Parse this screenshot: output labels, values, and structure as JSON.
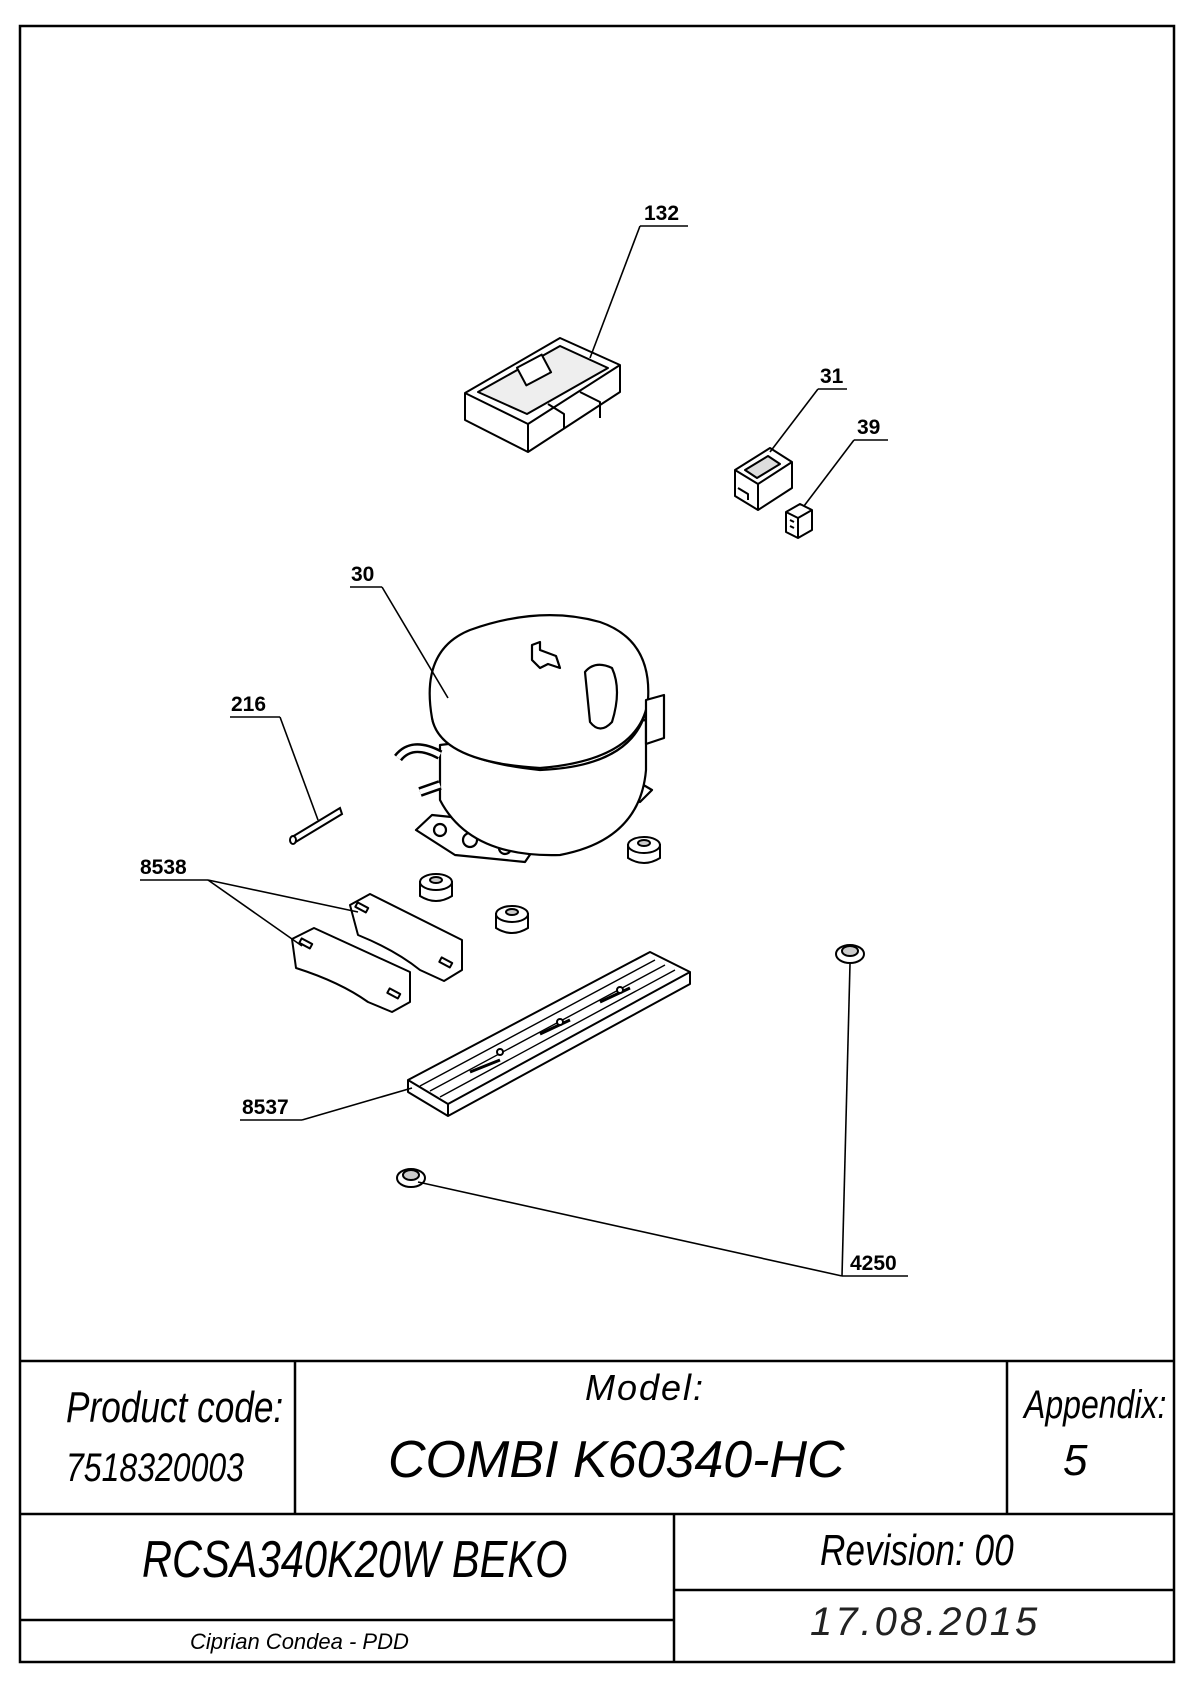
{
  "parts": [
    {
      "id": "part-132",
      "label": "132"
    },
    {
      "id": "part-31",
      "label": "31"
    },
    {
      "id": "part-39",
      "label": "39"
    },
    {
      "id": "part-30",
      "label": "30"
    },
    {
      "id": "part-216",
      "label": "216"
    },
    {
      "id": "part-8538",
      "label": "8538"
    },
    {
      "id": "part-8537",
      "label": "8537"
    },
    {
      "id": "part-4250",
      "label": "4250"
    }
  ],
  "title_block": {
    "product_code_label": "Product code:",
    "product_code_value": "7518320003",
    "model_label": "Model:",
    "model_value": "COMBI K60340-HC",
    "appendix_label": "Appendix:",
    "appendix_value": "5",
    "product_name": "RCSA340K20W BEKO",
    "revision": "Revision: 00",
    "author": "Ciprian Condea - PDD",
    "date": "17.08.2015"
  }
}
